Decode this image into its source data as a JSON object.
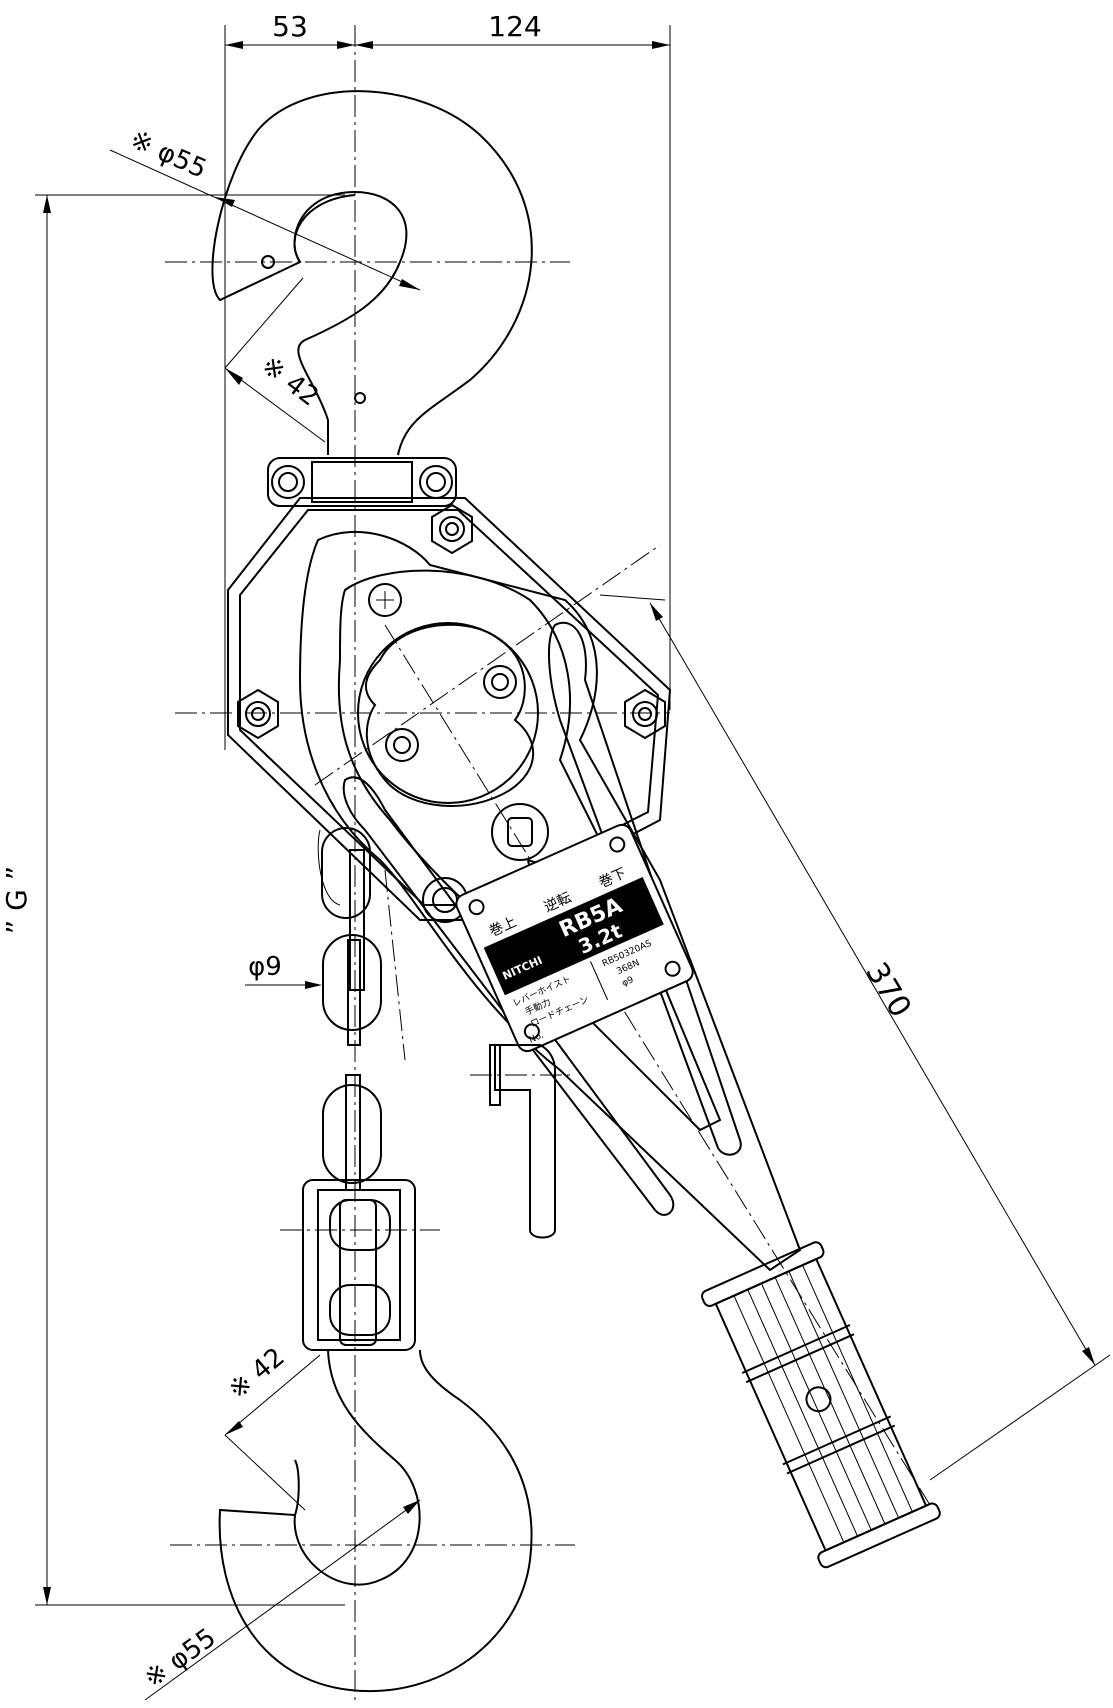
{
  "dimensions": {
    "width_left": "53",
    "width_right": "124",
    "overall_height": "” G ”",
    "top_hook_dia": "※ φ55",
    "top_hook_throat": "※ 42",
    "chain_dia": "φ9",
    "lever_length": "370",
    "bottom_hook_throat": "※ 42",
    "bottom_hook_dia": "※ φ55"
  },
  "nameplate": {
    "row_top_left": "巻上",
    "row_top_mid": "逆転",
    "row_top_right": "巻下",
    "brand": "NITCHI",
    "model": "RB5A",
    "capacity": "3.2t",
    "label_type": "レバーホイスト",
    "value_type": "RB50320AS",
    "label_force": "手動力",
    "value_force": "368N",
    "label_chain": "ロードチェーン",
    "value_chain": "φ9",
    "label_no": "No."
  }
}
